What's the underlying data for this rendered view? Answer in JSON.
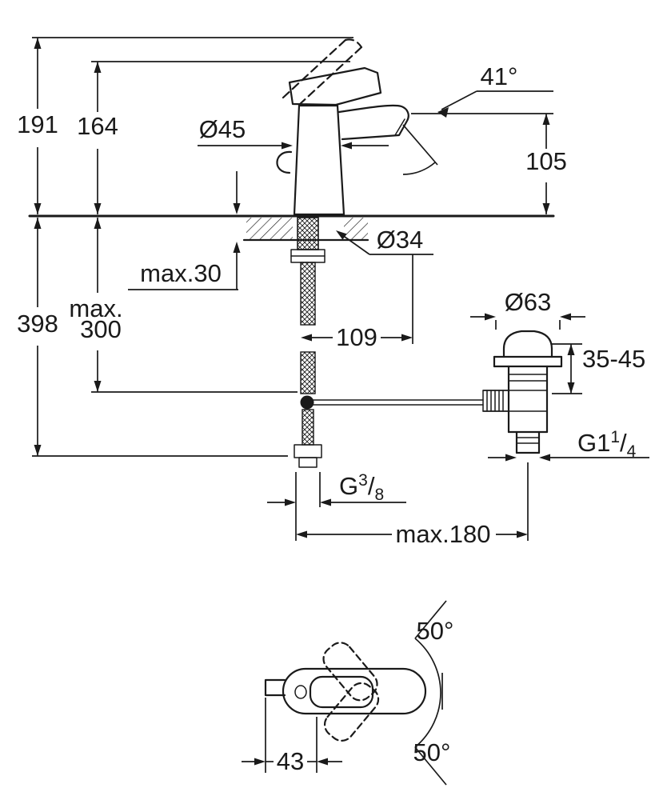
{
  "drawing": {
    "type": "technical-dimension-drawing",
    "subject": "single-lever basin mixer with pop-up waste",
    "colors": {
      "line": "#1a1a1a",
      "background": "#ffffff"
    },
    "labels": {
      "height_total": "191",
      "height_to_handle": "164",
      "body_diameter": "Ø45",
      "spout_angle": "41°",
      "spout_height": "105",
      "deck_thickness": "max.30",
      "hole_diameter": "Ø34",
      "height_below_total": "398",
      "hose_length_1": "max.",
      "hose_length_2": "300",
      "offset_109": "109",
      "waste_diameter": "Ø63",
      "clamp_range": "35-45",
      "waste_thread": {
        "base": "G1",
        "sup": "1",
        "slash": "/",
        "sub": "4"
      },
      "hose_thread": {
        "base": "G",
        "sup": "3",
        "slash": "/",
        "sub": "8"
      },
      "max_reach": "max.180",
      "swivel_top": "50°",
      "swivel_bottom": "50°",
      "tip_offset": "43"
    }
  }
}
